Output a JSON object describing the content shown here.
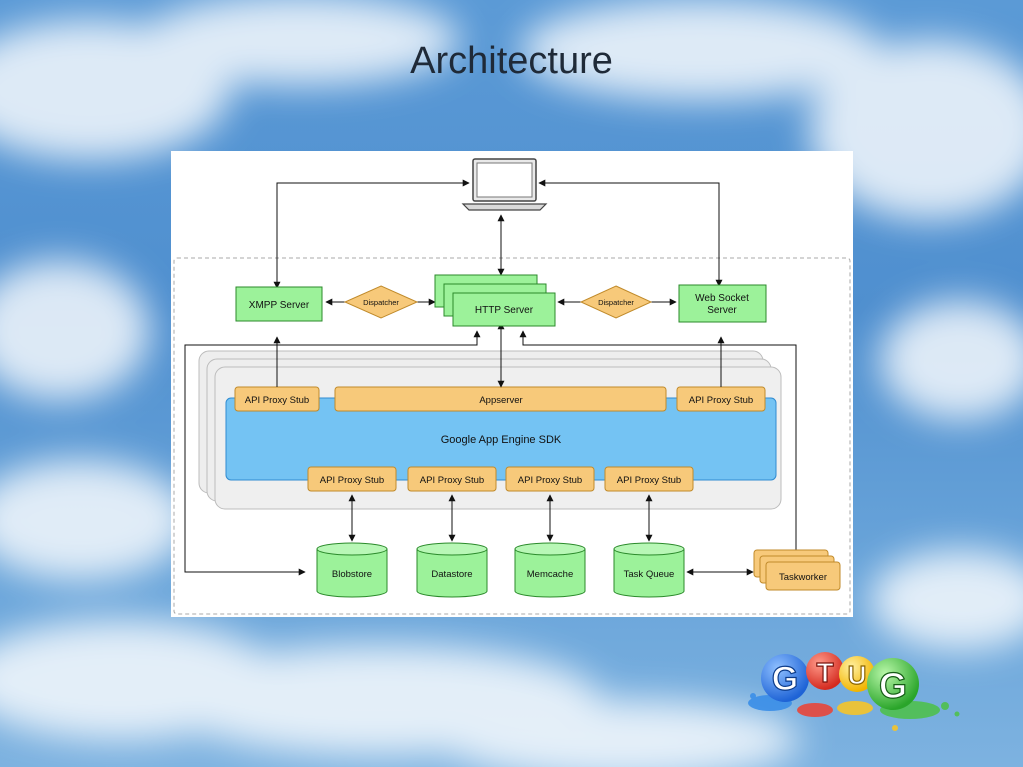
{
  "slide": {
    "title": "Architecture"
  },
  "diagram": {
    "xmpp_server": "XMPP Server",
    "dispatcher_left": "Dispatcher",
    "http_server": "HTTP Server",
    "dispatcher_right": "Dispatcher",
    "websocket_server_line1": "Web Socket",
    "websocket_server_line2": "Server",
    "api_proxy_stub": "API Proxy Stub",
    "appserver": "Appserver",
    "sdk": "Google App Engine SDK",
    "blobstore": "Blobstore",
    "datastore": "Datastore",
    "memcache": "Memcache",
    "task_queue": "Task Queue",
    "taskworker": "Taskworker"
  },
  "logo": {
    "letters": [
      "G",
      "T",
      "U",
      "G"
    ],
    "colors": [
      "#1e63d6",
      "#d42a1f",
      "#f2b400",
      "#2aa52a"
    ]
  }
}
